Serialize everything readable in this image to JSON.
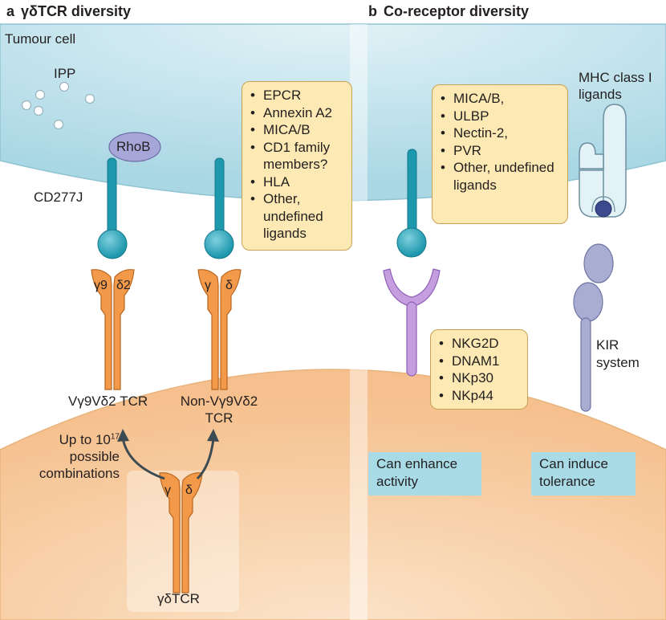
{
  "panel_a": {
    "letter": "a",
    "title": "γδTCR diversity",
    "tumour_cell_label": "Tumour cell",
    "ipp_label": "IPP",
    "rhob_label": "RhoB",
    "cd277j_label": "CD277J",
    "gamma9_label": "γ9",
    "delta2_label": "δ2",
    "gamma_label": "γ",
    "delta_label": "δ",
    "vg9vd2_label": "Vγ9Vδ2 TCR",
    "non_vg9vd2_line1": "Non-Vγ9Vδ2",
    "non_vg9vd2_line2": "TCR",
    "combinations_line1": "Up to 10",
    "combinations_exp": "17",
    "combinations_line2": "possible",
    "combinations_line3": "combinations",
    "base_gamma_label": "γ",
    "base_delta_label": "δ",
    "gdtcr_label": "γδTCR",
    "ligands": [
      "EPCR",
      "Annexin A2",
      "MICA/B",
      "CD1 family members?",
      "HLA",
      "Other, undefined ligands"
    ]
  },
  "panel_b": {
    "letter": "b",
    "title": "Co-receptor diversity",
    "mhc_line1": "MHC class I",
    "mhc_line2": "ligands",
    "ligands": [
      "MICA/B,",
      "ULBP",
      "Nectin-2,",
      "PVR",
      "Other, undefined ligands"
    ],
    "receptors": [
      "NKG2D",
      "DNAM1",
      "NKp30",
      "NKp44"
    ],
    "kir_line1": "KIR",
    "kir_line2": "system",
    "enhance_line1": "Can enhance",
    "enhance_line2": "activity",
    "tolerance_line1": "Can induce",
    "tolerance_line2": "tolerance"
  },
  "colors": {
    "tumour_cell": "#bfe2ec",
    "t_cell": "#f8d2a8",
    "receptor_orange": "#f29a4a",
    "ligand_teal": "#1e98ad",
    "rhob_purple": "#a7a6d8",
    "nk_receptor": "#c59ee0",
    "kir": "#a8add1",
    "ligand_box": "#fde9b3",
    "outcome_box": "#a9dbe7"
  }
}
